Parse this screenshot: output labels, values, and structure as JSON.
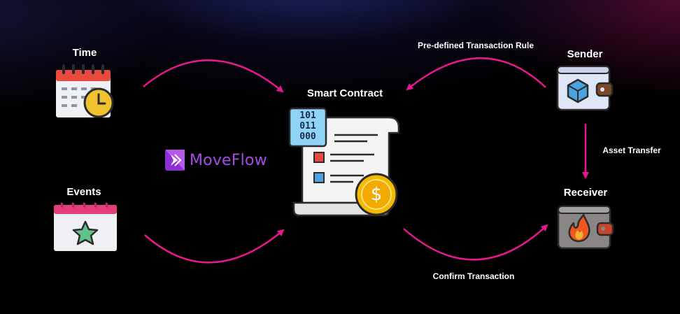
{
  "nodes": {
    "time": "Time",
    "events": "Events",
    "smart_contract": "Smart Contract",
    "sender": "Sender",
    "receiver": "Receiver"
  },
  "edges": {
    "predefined_rule": "Pre-defined Transaction Rule",
    "asset_transfer": "Asset Transfer",
    "confirm_transaction": "Confirm Transaction"
  },
  "brand": {
    "name": "MoveFlow"
  },
  "binary": {
    "row1": "101",
    "row2": "011",
    "row3": "000"
  },
  "coin_symbol": "$",
  "colors": {
    "arrow": "#e6198c",
    "brand": "#a64ce0",
    "calendar_red": "#e84a3e",
    "events_pink": "#e23f7a",
    "coin": "#f5b900",
    "wallet_sender": "#dfe6f5",
    "wallet_receiver": "#8a8686"
  },
  "icons": [
    "calendar-clock-icon",
    "calendar-star-icon",
    "contract-scroll-icon",
    "binary-code-icon",
    "dollar-coin-icon",
    "crypto-wallet-icon",
    "fire-wallet-icon",
    "moveflow-logo-icon"
  ]
}
